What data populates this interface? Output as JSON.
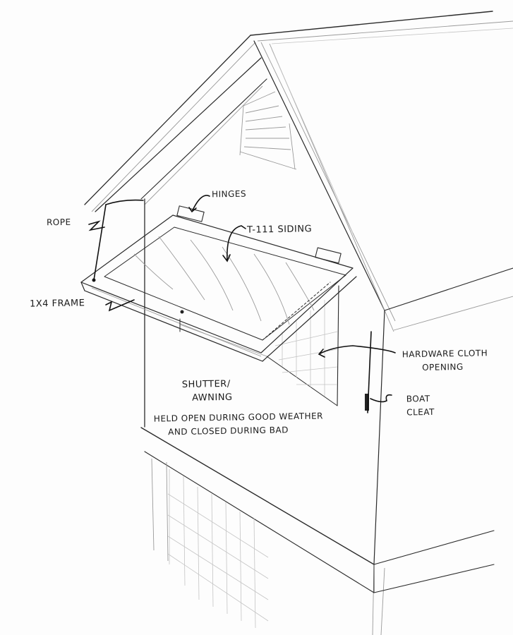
{
  "drawing": {
    "title": "Shed gable with hinged shutter/awning over hardware-cloth opening",
    "style": "pencil sketch",
    "colors": {
      "paper": "#fdfdfd",
      "pencil": "#2a2a2a",
      "light_pencil": "#9a9a9a",
      "ink": "#111111"
    }
  },
  "labels": {
    "hinges": "HINGES",
    "t111_siding": "T-111 SIDING",
    "rope": "ROPE",
    "frame": "1x4 FRAME",
    "hardware_cloth_line1": "HARDWARE CLOTH",
    "hardware_cloth_line2": "OPENING",
    "boat_cleat_line1": "BOAT",
    "boat_cleat_line2": "CLEAT",
    "shutter_line1": "SHUTTER/",
    "shutter_line2": "AWNING",
    "note_line1": "HELD OPEN DURING GOOD WEATHER",
    "note_line2": "AND CLOSED DURING BAD"
  }
}
